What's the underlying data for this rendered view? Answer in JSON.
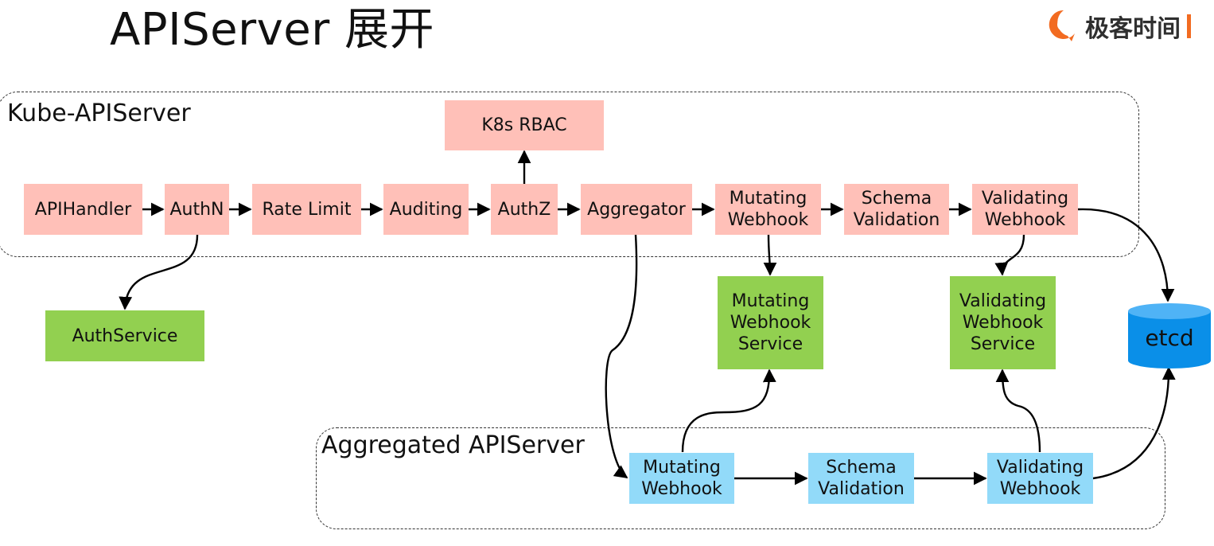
{
  "title": "APIServer 展开",
  "logo": {
    "text": "极客时间",
    "icon": "geektime-logo-icon",
    "brand_color": "#f26b21"
  },
  "groups": {
    "kube": {
      "label": "Kube-APIServer"
    },
    "aggregated": {
      "label": "Aggregated APIServer"
    }
  },
  "colors": {
    "pink": "#ffc0b8",
    "green": "#92d050",
    "blue": "#92daf9",
    "etcd": "#0a8fe8"
  },
  "nodes": {
    "k8s_rbac": "K8s RBAC",
    "apihandler": "APIHandler",
    "authn": "AuthN",
    "rate_limit": "Rate Limit",
    "auditing": "Auditing",
    "authz": "AuthZ",
    "aggregator": "Aggregator",
    "mutating_webhook": "Mutating\nWebhook",
    "schema_validation": "Schema\nValidation",
    "validating_webhook": "Validating\nWebhook",
    "auth_service": "AuthService",
    "mutating_webhook_service": "Mutating\nWebhook\nService",
    "validating_webhook_service": "Validating\nWebhook\nService",
    "etcd": "etcd",
    "agg_mutating_webhook": "Mutating\nWebhook",
    "agg_schema_validation": "Schema\nValidation",
    "agg_validating_webhook": "Validating\nWebhook"
  }
}
